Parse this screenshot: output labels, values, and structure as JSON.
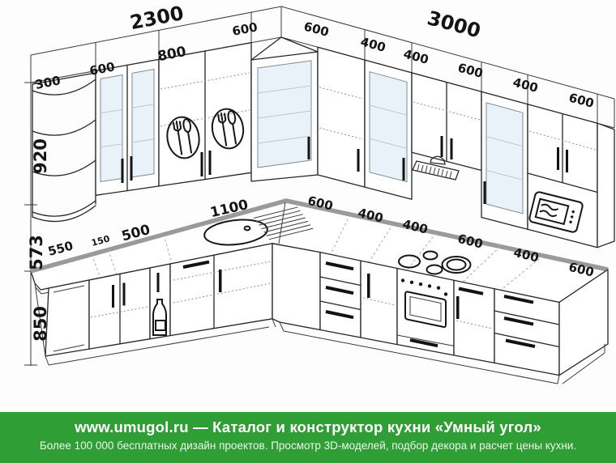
{
  "colors": {
    "background": "#fdfdfd",
    "line": "#262626",
    "glass": "#eaf2f9",
    "counter_edge": "#9a9a9a",
    "footer_green": "#2f9e35",
    "footer_text": "#ffffff"
  },
  "dims": {
    "upper_total_left": "2300",
    "upper_total_right": "3000",
    "upper_left": [
      "300",
      "600",
      "800",
      "600"
    ],
    "upper_right": [
      "600",
      "400",
      "400",
      "600",
      "400",
      "600"
    ],
    "counter_left": [
      "550",
      "150",
      "500",
      "1100"
    ],
    "counter_right": [
      "600",
      "400",
      "400",
      "600",
      "400",
      "600"
    ],
    "height_upper": "920",
    "height_gap": "573",
    "height_base": "850"
  },
  "footer": {
    "line1": "www.umugol.ru — Каталог и конструктор кухни «Умный угол»",
    "line2": "Более 100 000 бесплатных дизайн проектов. Просмотр 3D-моделей, подбор декора и расчет цены кухни."
  }
}
